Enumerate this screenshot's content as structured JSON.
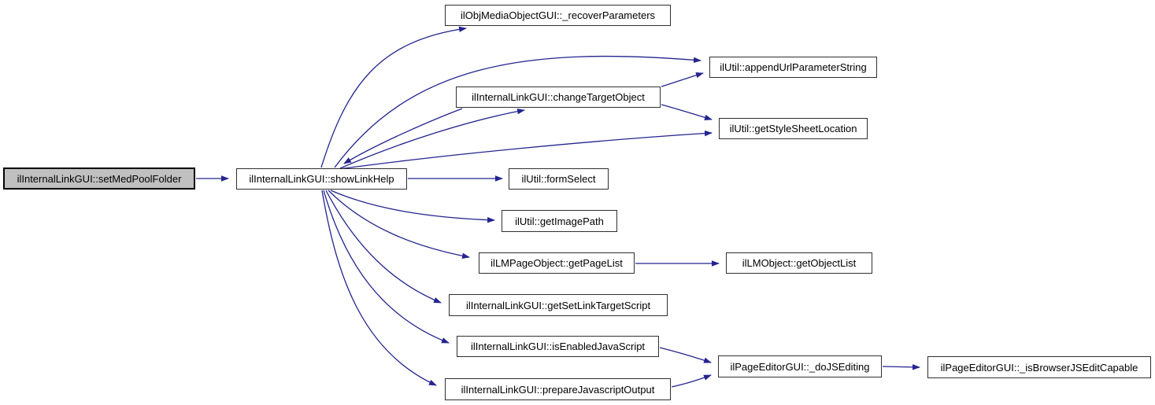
{
  "diagram": {
    "kind": "call-graph",
    "colors": {
      "edge-color": "#24248f",
      "node-fill": "#ffffff",
      "node-border": "#2f2f2f",
      "highlight-fill": "#c0c0c0",
      "highlight-border": "#000000",
      "text-color": "#000000",
      "canvas-bg": "#ffffff"
    },
    "nodes": {
      "setMedPoolFolder": {
        "label": "ilInternalLinkGUI::setMedPoolFolder",
        "highlighted": true
      },
      "showLinkHelp": {
        "label": "ilInternalLinkGUI::showLinkHelp"
      },
      "recoverParameters": {
        "label": "ilObjMediaObjectGUI::_recoverParameters"
      },
      "appendUrlParameterString": {
        "label": "ilUtil::appendUrlParameterString"
      },
      "changeTargetObject": {
        "label": "ilInternalLinkGUI::changeTargetObject"
      },
      "getStyleSheetLocation": {
        "label": "ilUtil::getStyleSheetLocation"
      },
      "formSelect": {
        "label": "ilUtil::formSelect"
      },
      "getImagePath": {
        "label": "ilUtil::getImagePath"
      },
      "getPageList": {
        "label": "ilLMPageObject::getPageList"
      },
      "getObjectList": {
        "label": "ilLMObject::getObjectList"
      },
      "getSetLinkTargetScript": {
        "label": "ilInternalLinkGUI::getSetLinkTargetScript"
      },
      "isEnabledJavaScript": {
        "label": "ilInternalLinkGUI::isEnabledJavaScript"
      },
      "prepareJavascriptOutput": {
        "label": "ilInternalLinkGUI::prepareJavascriptOutput"
      },
      "doJSEditing": {
        "label": "ilPageEditorGUI::_doJSEditing"
      },
      "isBrowserJSEditCapable": {
        "label": "ilPageEditorGUI::_isBrowserJSEditCapable"
      }
    },
    "edges": [
      {
        "from": "setMedPoolFolder",
        "to": "showLinkHelp"
      },
      {
        "from": "showLinkHelp",
        "to": "recoverParameters"
      },
      {
        "from": "showLinkHelp",
        "to": "appendUrlParameterString"
      },
      {
        "from": "showLinkHelp",
        "to": "changeTargetObject"
      },
      {
        "from": "changeTargetObject",
        "to": "showLinkHelp"
      },
      {
        "from": "changeTargetObject",
        "to": "appendUrlParameterString"
      },
      {
        "from": "changeTargetObject",
        "to": "getStyleSheetLocation"
      },
      {
        "from": "showLinkHelp",
        "to": "getStyleSheetLocation"
      },
      {
        "from": "showLinkHelp",
        "to": "formSelect"
      },
      {
        "from": "showLinkHelp",
        "to": "getImagePath"
      },
      {
        "from": "showLinkHelp",
        "to": "getPageList"
      },
      {
        "from": "getPageList",
        "to": "getObjectList"
      },
      {
        "from": "showLinkHelp",
        "to": "getSetLinkTargetScript"
      },
      {
        "from": "showLinkHelp",
        "to": "isEnabledJavaScript"
      },
      {
        "from": "showLinkHelp",
        "to": "prepareJavascriptOutput"
      },
      {
        "from": "isEnabledJavaScript",
        "to": "doJSEditing"
      },
      {
        "from": "prepareJavascriptOutput",
        "to": "doJSEditing"
      },
      {
        "from": "doJSEditing",
        "to": "isBrowserJSEditCapable"
      }
    ]
  }
}
